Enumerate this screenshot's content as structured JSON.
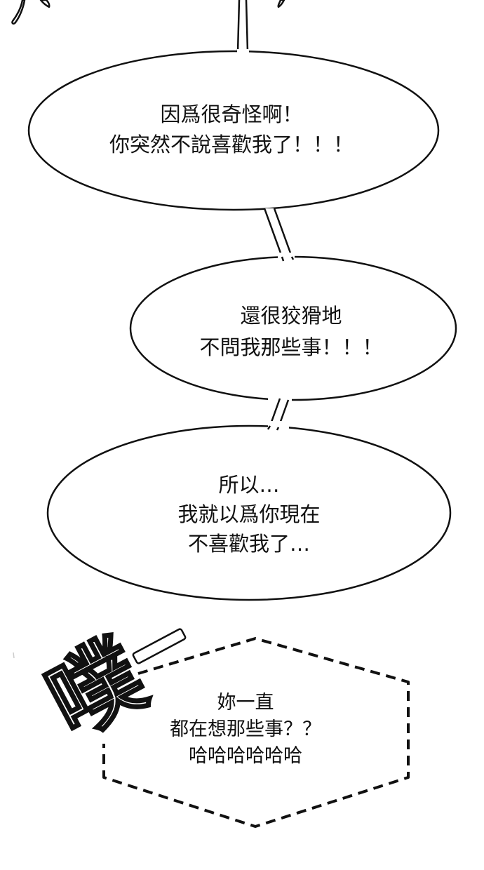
{
  "page": {
    "type": "comic-panel",
    "background": "#ffffff",
    "ink": "#111111"
  },
  "bubbles": [
    {
      "id": "bubble-1",
      "shape": "ellipse",
      "lines": [
        "因爲很奇怪啊！",
        "你突然不說喜歡我了！！！"
      ]
    },
    {
      "id": "bubble-2",
      "shape": "ellipse",
      "lines": [
        "還很狡猾地",
        "不問我那些事！！！"
      ]
    },
    {
      "id": "bubble-3",
      "shape": "ellipse",
      "lines": [
        "所以…",
        "我就以爲你現在",
        "不喜歡我了…"
      ]
    },
    {
      "id": "bubble-4",
      "shape": "dashed-hexagon",
      "lines": [
        "妳一直",
        "都在想那些事？？",
        "哈哈哈哈哈哈"
      ]
    }
  ],
  "sound_effect": {
    "text": "噗一",
    "meaning": "puff / laugh burst"
  }
}
